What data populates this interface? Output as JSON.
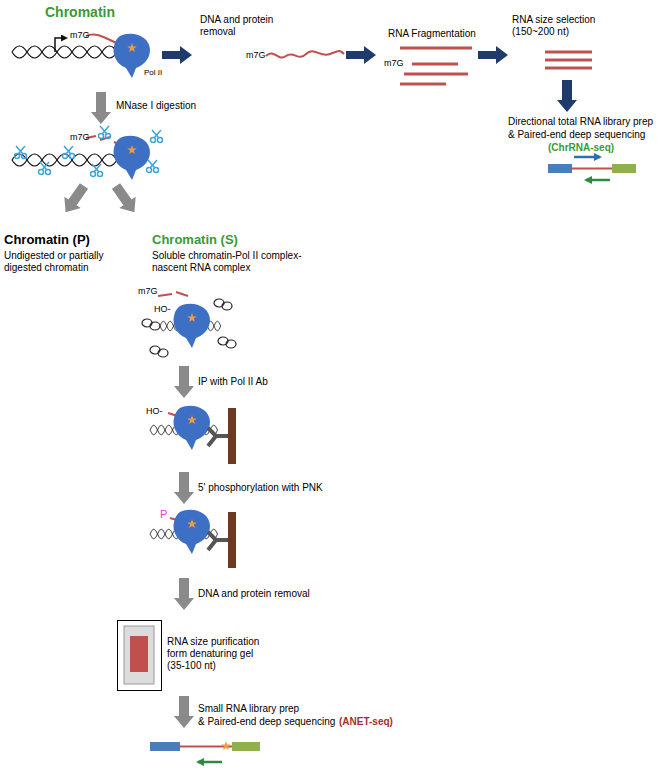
{
  "diagram": {
    "nodes": [
      {
        "text": [
          "RNA size purification form denaturing gel (35-100 nt)"
        ]
      }
    ],
    "labels": [
      "Chromatin",
      "m7G",
      "Pol II",
      "DNA and protein removal",
      "m7G",
      "RNA Fragmentation",
      "m7G",
      "RNA size selection (150~200 nt)",
      "Directional total RNA library prep",
      "& Paired-end deep sequencing",
      "(ChrRNA-seq)",
      "MNase I digestion",
      "m7G",
      "Chromatin (P)",
      "Undigested or partially digested chromatin",
      "Chromatin (S)",
      "Soluble chromatin-Pol II complex- nascent RNA complex",
      "m7G",
      "HO-",
      "IP with Pol II Ab",
      "HO-",
      "5' phosphorylation with PNK",
      "P",
      "DNA and protein removal",
      "Small RNA library prep",
      "& Paired-end deep sequencing",
      "(ANET-seq)"
    ]
  }
}
